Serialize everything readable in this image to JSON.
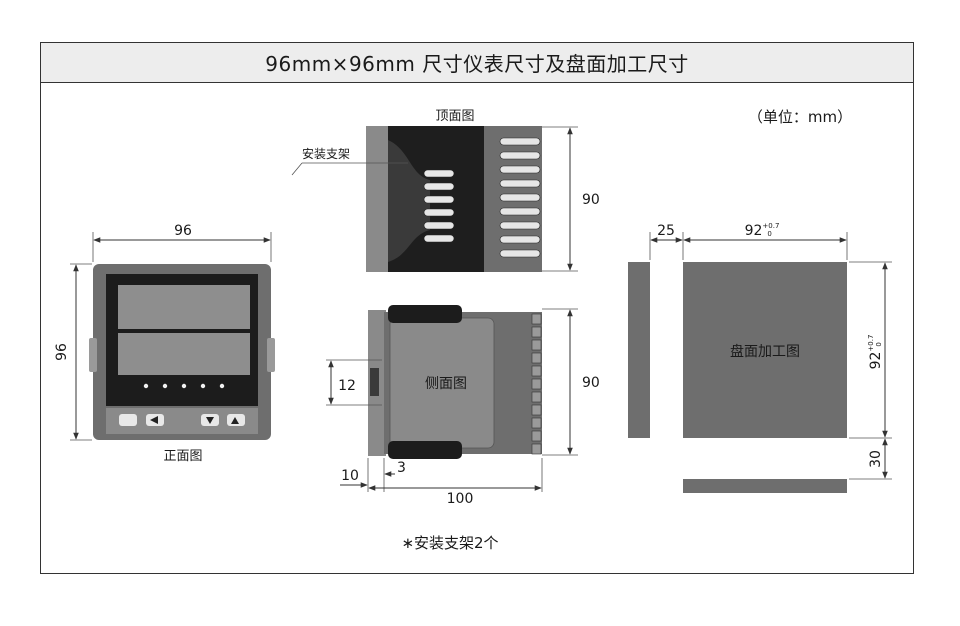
{
  "title": "96mm×96mm 尺寸仪表尺寸及盘面加工尺寸",
  "unit_label": "（单位：mm）",
  "views": {
    "top": "顶面图",
    "front": "正面图",
    "side": "侧面图",
    "panel": "盘面加工图"
  },
  "callouts": {
    "bracket": "安装支架"
  },
  "note": "∗安装支架2个",
  "dimensions": {
    "top_depth": "90",
    "front_width": "96",
    "front_height": "96",
    "side_height": "90",
    "side_bracket": "12",
    "side_bezel": "10",
    "side_gap": "3",
    "side_length": "100",
    "panel_margin_left": "25",
    "panel_cut_width": "92",
    "panel_cut_height": "92",
    "panel_tol_plus": "+0.7",
    "panel_tol_zero": "0",
    "panel_margin_bottom": "30"
  },
  "colors": {
    "body_gray": "#6e6e6e",
    "dark": "#1c1c1c",
    "title_bg": "#ededed"
  }
}
